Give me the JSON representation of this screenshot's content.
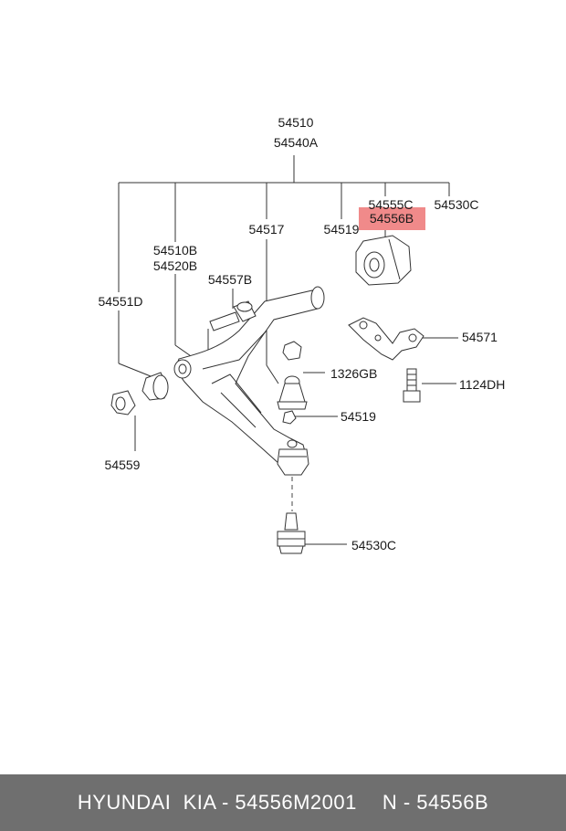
{
  "diagram": {
    "labels": {
      "assembly_a": "54510",
      "assembly_b": "54540A",
      "bolt_c": "54555C",
      "highlighted": "54556B",
      "bush_c_top": "54530C",
      "p54519_top": "54519",
      "p54517": "54517",
      "arm_a": "54510B",
      "arm_b": "54520B",
      "bolt_54557b": "54557B",
      "bush_54551d": "54551D",
      "bracket": "54571",
      "nut_1326gb": "1326GB",
      "bolt_1124dh": "1124DH",
      "p54519_mid": "54519",
      "bush_54559": "54559",
      "balljoint": "54530C"
    },
    "highlight_color": "#f08a8a"
  },
  "footer": {
    "brand": "HYUNDAI  KIA - 54556M2001",
    "part_number": "N - 54556B"
  }
}
